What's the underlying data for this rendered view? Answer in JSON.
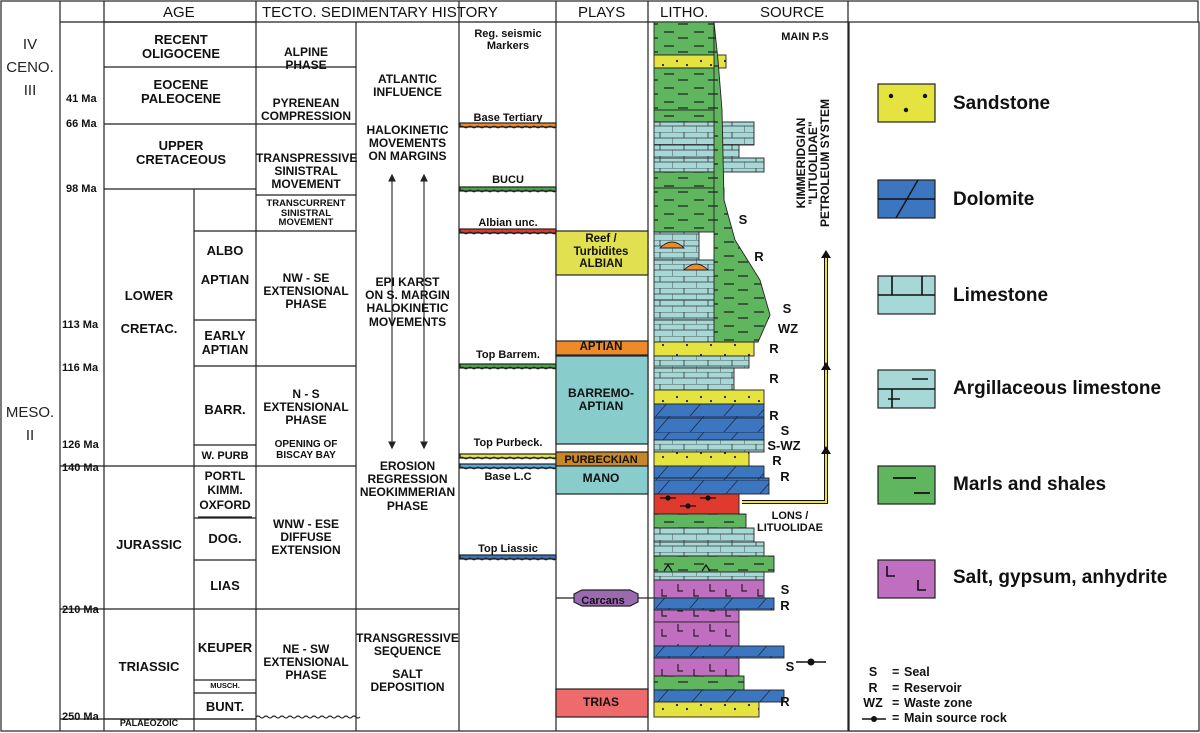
{
  "headers": {
    "age": "AGE",
    "tecto": "TECTO. SEDIMENTARY HISTORY",
    "plays": "PLAYS",
    "litho": "LITHO.",
    "source": "SOURCE"
  },
  "eras": {
    "top_code": "IV",
    "ceno": "CENO.",
    "ceno_code": "III",
    "meso": "MESO.",
    "meso_code": "II"
  },
  "ages_ma": [
    "41 Ma",
    "66 Ma",
    "98 Ma",
    "113 Ma",
    "116 Ma",
    "126 Ma",
    "140 Ma",
    "210 Ma",
    "250 Ma"
  ],
  "age_units": [
    "RECENT\nOLIGOCENE",
    "EOCENE\nPALEOCENE",
    "UPPER\nCRETACEOUS",
    "LOWER\n\nCRETAC.",
    "JURASSIC",
    "TRIASSIC",
    "PALAEOZOIC"
  ],
  "stages": [
    "ALBO\n\nAPTIAN",
    "EARLY\nAPTIAN",
    "BARR.",
    "W. PURB",
    "PORTL\nKIMM.\nOXFORD",
    "DOG.",
    "LIAS",
    "KEUPER",
    "MUSCH.",
    "BUNT."
  ],
  "tecto_phases": [
    "ALPINE\nPHASE",
    "PYRENEAN\nCOMPRESSION",
    "TRANSPRESSIVE\nSINISTRAL\nMOVEMENT",
    "TRANSCURRENT\nSINISTRAL\nMOVEMENT",
    "NW - SE\nEXTENSIONAL\nPHASE",
    "N - S\nEXTENSIONAL\nPHASE",
    "OPENING OF\nBISCAY BAY",
    "WNW - ESE\nDIFFUSE\nEXTENSION",
    "NE - SW\nEXTENSIONAL\nPHASE"
  ],
  "sed_history": [
    "ATLANTIC\nINFLUENCE",
    "HALOKINETIC\nMOVEMENTS\nON MARGINS",
    "EPI KARST\nON S. MARGIN\nHALOKINETIC\nMOVEMENTS",
    "EROSION\nREGRESSION\nNEOKIMMERIAN\nPHASE",
    "TRANSGRESSIVE\nSEQUENCE",
    "SALT\nDEPOSITION"
  ],
  "seismic_markers": [
    "Reg. seismic\nMarkers",
    "Base Tertiary",
    "BUCU",
    "Albian unc.",
    "Top Barrem.",
    "Top Purbeck.",
    "Base L.C",
    "Top Liassic"
  ],
  "plays": [
    "Reef /\nTurbidites\nALBIAN",
    "APTIAN",
    "BARREMO-\nAPTIAN",
    "PURBECKIAN",
    "MANO",
    "Carcans",
    "TRIAS"
  ],
  "source_labels": {
    "main_ps": "MAIN P.S",
    "system": "KIMMERIDGIAN\n\"LITUOLIDAE\"\nPETROLEUM SYSTEM",
    "lons": "LONS /\nLITUOLIDAE"
  },
  "litho_codes": [
    "S",
    "R",
    "S",
    "WZ",
    "R",
    "R",
    "R",
    "S",
    "S-WZ",
    "R",
    "R",
    "S",
    "R",
    "S",
    "R"
  ],
  "legend": [
    {
      "name": "Sandstone",
      "fill": "#e5e33f"
    },
    {
      "name": "Dolomite",
      "fill": "#3c76c0"
    },
    {
      "name": "Limestone",
      "fill": "#a6d8d8"
    },
    {
      "name": "Argillaceous limestone",
      "fill": "#a6d8d8"
    },
    {
      "name": "Marls and shales",
      "fill": "#5fb65e"
    },
    {
      "name": "Salt, gypsum, anhydrite",
      "fill": "#c06ec0"
    }
  ],
  "key": [
    {
      "code": "S",
      "eq": "=",
      "meaning": "Seal"
    },
    {
      "code": "R",
      "eq": "=",
      "meaning": "Reservoir"
    },
    {
      "code": "WZ",
      "eq": "=",
      "meaning": "Waste zone"
    },
    {
      "code": "",
      "eq": "=",
      "meaning": "Main source rock"
    }
  ],
  "colors": {
    "marl": "#5fb65e",
    "limestone": "#a6d8d8",
    "dolomite": "#3c76c0",
    "sand": "#e5e33f",
    "salt": "#c06ec0",
    "play_green": "#e1e050",
    "play_orange": "#ef8a2a",
    "play_teal": "#88cccc",
    "play_brown": "#c8862a",
    "play_red": "#ef6b6b",
    "play_purple": "#9b69b0",
    "source_red": "#e03a2e",
    "arrow_yellow": "#f0e51f"
  }
}
